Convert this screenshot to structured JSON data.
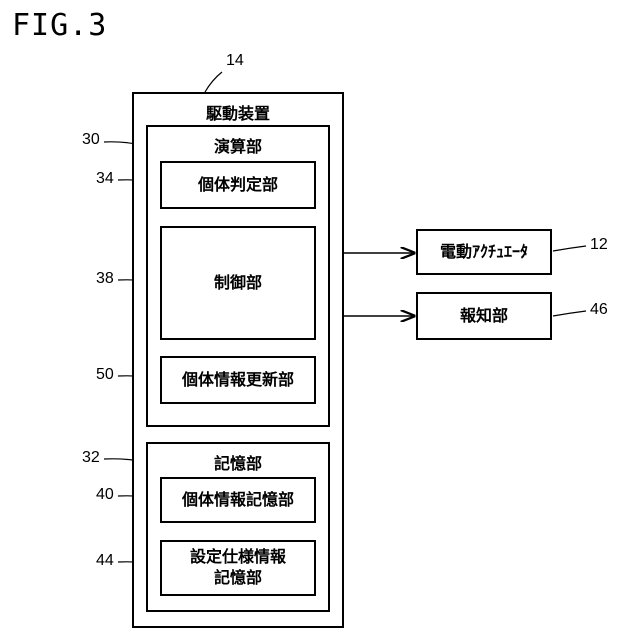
{
  "figure": {
    "title": "FIG.3"
  },
  "drive": {
    "ref": "14",
    "title": "駆動装置"
  },
  "compute": {
    "ref": "30",
    "title": "演算部"
  },
  "individual_judgment": {
    "ref": "34",
    "label": "個体判定部"
  },
  "control": {
    "ref": "38",
    "label": "制御部"
  },
  "info_update": {
    "ref": "50",
    "label": "個体情報更新部"
  },
  "storage": {
    "ref": "32",
    "title": "記憶部"
  },
  "info_storage": {
    "ref": "40",
    "label": "個体情報記憶部"
  },
  "spec_storage": {
    "ref": "44",
    "label_line1": "設定仕様情報",
    "label_line2": "記憶部"
  },
  "actuator": {
    "ref": "12",
    "label": "電動ｱｸﾁｭｴｰﾀ"
  },
  "notify": {
    "ref": "46",
    "label": "報知部"
  }
}
